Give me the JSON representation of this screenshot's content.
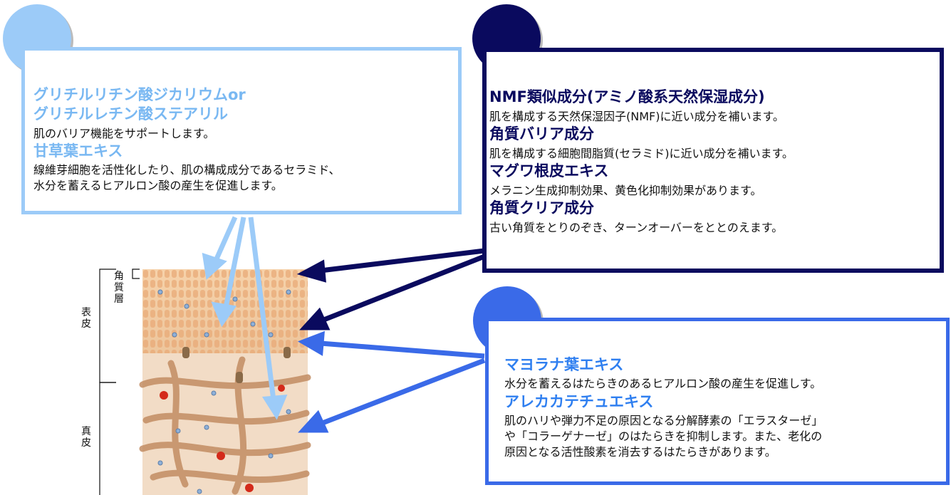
{
  "panel_left": {
    "title1": "グリチルリチン酸ジカリウムor",
    "title2": "グリチルレチン酸ステアリル",
    "desc1": "肌のバリア機能をサポートします。",
    "title3": "甘草葉エキス",
    "desc2": "線維芽細胞を活性化したり、肌の構成成分であるセラミド、",
    "desc3": "水分を蓄えるヒアルロン酸の産生を促進します。"
  },
  "panel_top_right": {
    "title1": "NMF類似成分(アミノ酸系天然保湿成分)",
    "desc1": "肌を構成する天然保湿因子(NMF)に近い成分を補います。",
    "title2": "角質バリア成分",
    "desc2": "肌を構成する細胞間脂質(セラミド)に近い成分を補います。",
    "title3": "マグワ根皮エキス",
    "desc3": "メラニン生成抑制効果、黄色化抑制効果があります。",
    "title4": "角質クリア成分",
    "desc4": "古い角質をとりのぞき、ターンオーバーをととのえます。"
  },
  "panel_bottom_right": {
    "title1": "マヨラナ葉エキス",
    "desc1": "水分を蓄えるはたらきのあるヒアルロン酸の産生を促進しす。",
    "title2": "アレカカテチュエキス",
    "desc2": "肌のハリや弾力不足の原因となる分解酵素の「エラスターゼ」",
    "desc3": "や「コラーゲナーゼ」のはたらきを抑制します。また、老化の",
    "desc4": "原因となる活性酸素を消去するはたらきがあります。"
  },
  "skin_labels": {
    "stratum": "角質層",
    "epidermis": "表皮",
    "dermis": "真皮"
  },
  "colors": {
    "light_blue": "#9ccbf8",
    "light_blue_text": "#79b8f2",
    "navy": "#0a0a5e",
    "mid_blue": "#3a6ae8",
    "mid_blue_text": "#2f7ff0"
  }
}
